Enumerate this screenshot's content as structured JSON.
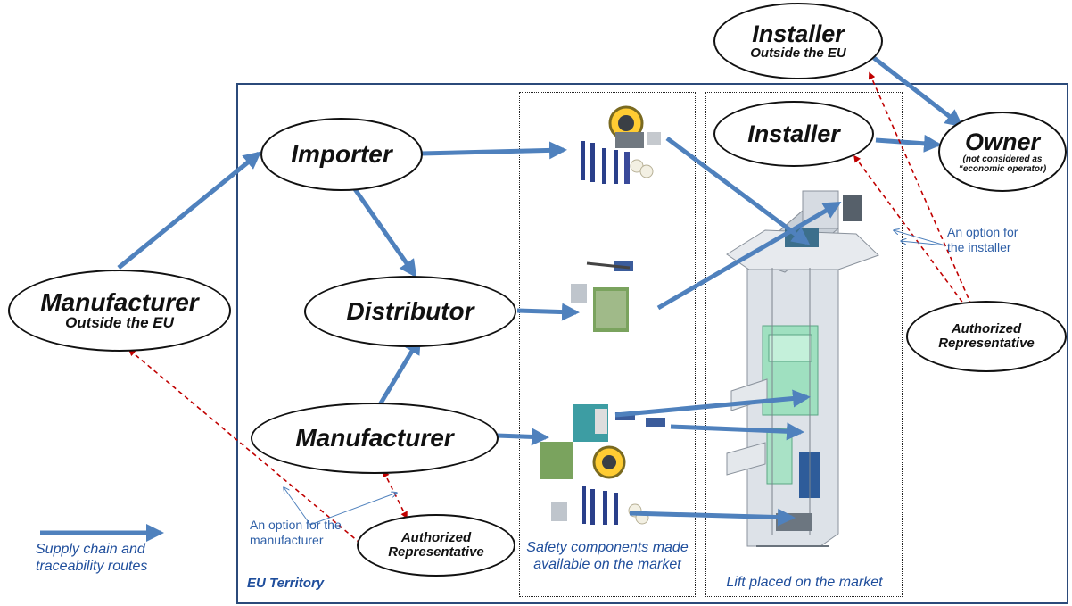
{
  "nodes": {
    "manufacturer_outside": {
      "title": "Manufacturer",
      "subtitle": "Outside the EU"
    },
    "importer": {
      "title": "Importer"
    },
    "distributor": {
      "title": "Distributor"
    },
    "manufacturer_eu": {
      "title": "Manufacturer"
    },
    "auth_rep_manufacturer": {
      "title": "Authorized Representative"
    },
    "installer_outside": {
      "title": "Installer",
      "subtitle": "Outside the EU"
    },
    "installer_eu": {
      "title": "Installer"
    },
    "owner": {
      "title": "Owner",
      "subtitle": "(not considered as “economic operator)"
    },
    "auth_rep_installer": {
      "title": "Authorized Representative"
    }
  },
  "notes": {
    "option_installer": "An option for the installer",
    "option_manufacturer": "An option for the manufacturer"
  },
  "labels": {
    "eu_territory": "EU Territory",
    "safety_components": "Safety components made available on the market",
    "lift_placed": "Lift placed on the market",
    "legend": "Supply chain and traceability routes"
  },
  "colors": {
    "flow_arrow": "#4f81bd",
    "option_arrow": "#c00000",
    "note_text": "#2e5fa7",
    "border": "#2b4a7a"
  },
  "icons": [
    "safety-gear-icon",
    "buffer-icon",
    "overspeed-governor-icon",
    "circuit-board-icon",
    "door-lock-icon",
    "lift-shaft-illustration"
  ]
}
